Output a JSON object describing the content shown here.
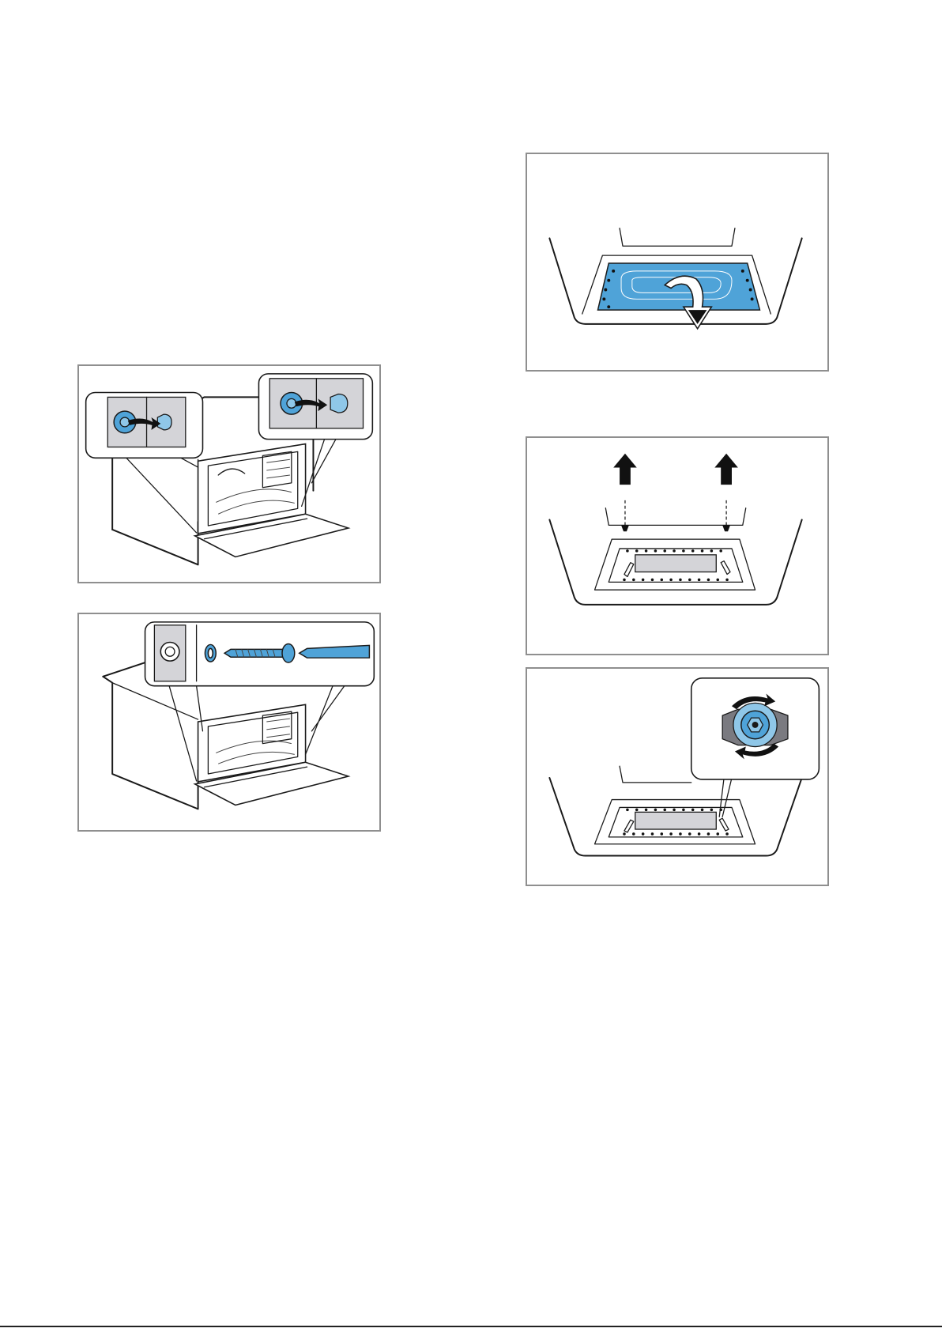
{
  "colors": {
    "accent_blue": "#4fa3d8",
    "light_blue": "#8fc7e8",
    "detail_gray": "#d4d4d8",
    "frame_gray": "#8f8f8f",
    "line": "#1a1a1a"
  },
  "figures": [
    {
      "id": "door-caps",
      "icons": [
        "cap-removal-icon",
        "arrow-icon"
      ]
    },
    {
      "id": "door-screw",
      "icons": [
        "screw-icon",
        "screwdriver-icon",
        "washer-icon"
      ]
    },
    {
      "id": "mat",
      "icons": [
        "base-mat-icon",
        "curved-arrow-icon"
      ]
    },
    {
      "id": "cover-lift",
      "icons": [
        "up-arrow-icon",
        "screw-icon"
      ]
    },
    {
      "id": "nut-turn",
      "icons": [
        "nut-icon",
        "rotate-arrow-icon"
      ]
    }
  ]
}
